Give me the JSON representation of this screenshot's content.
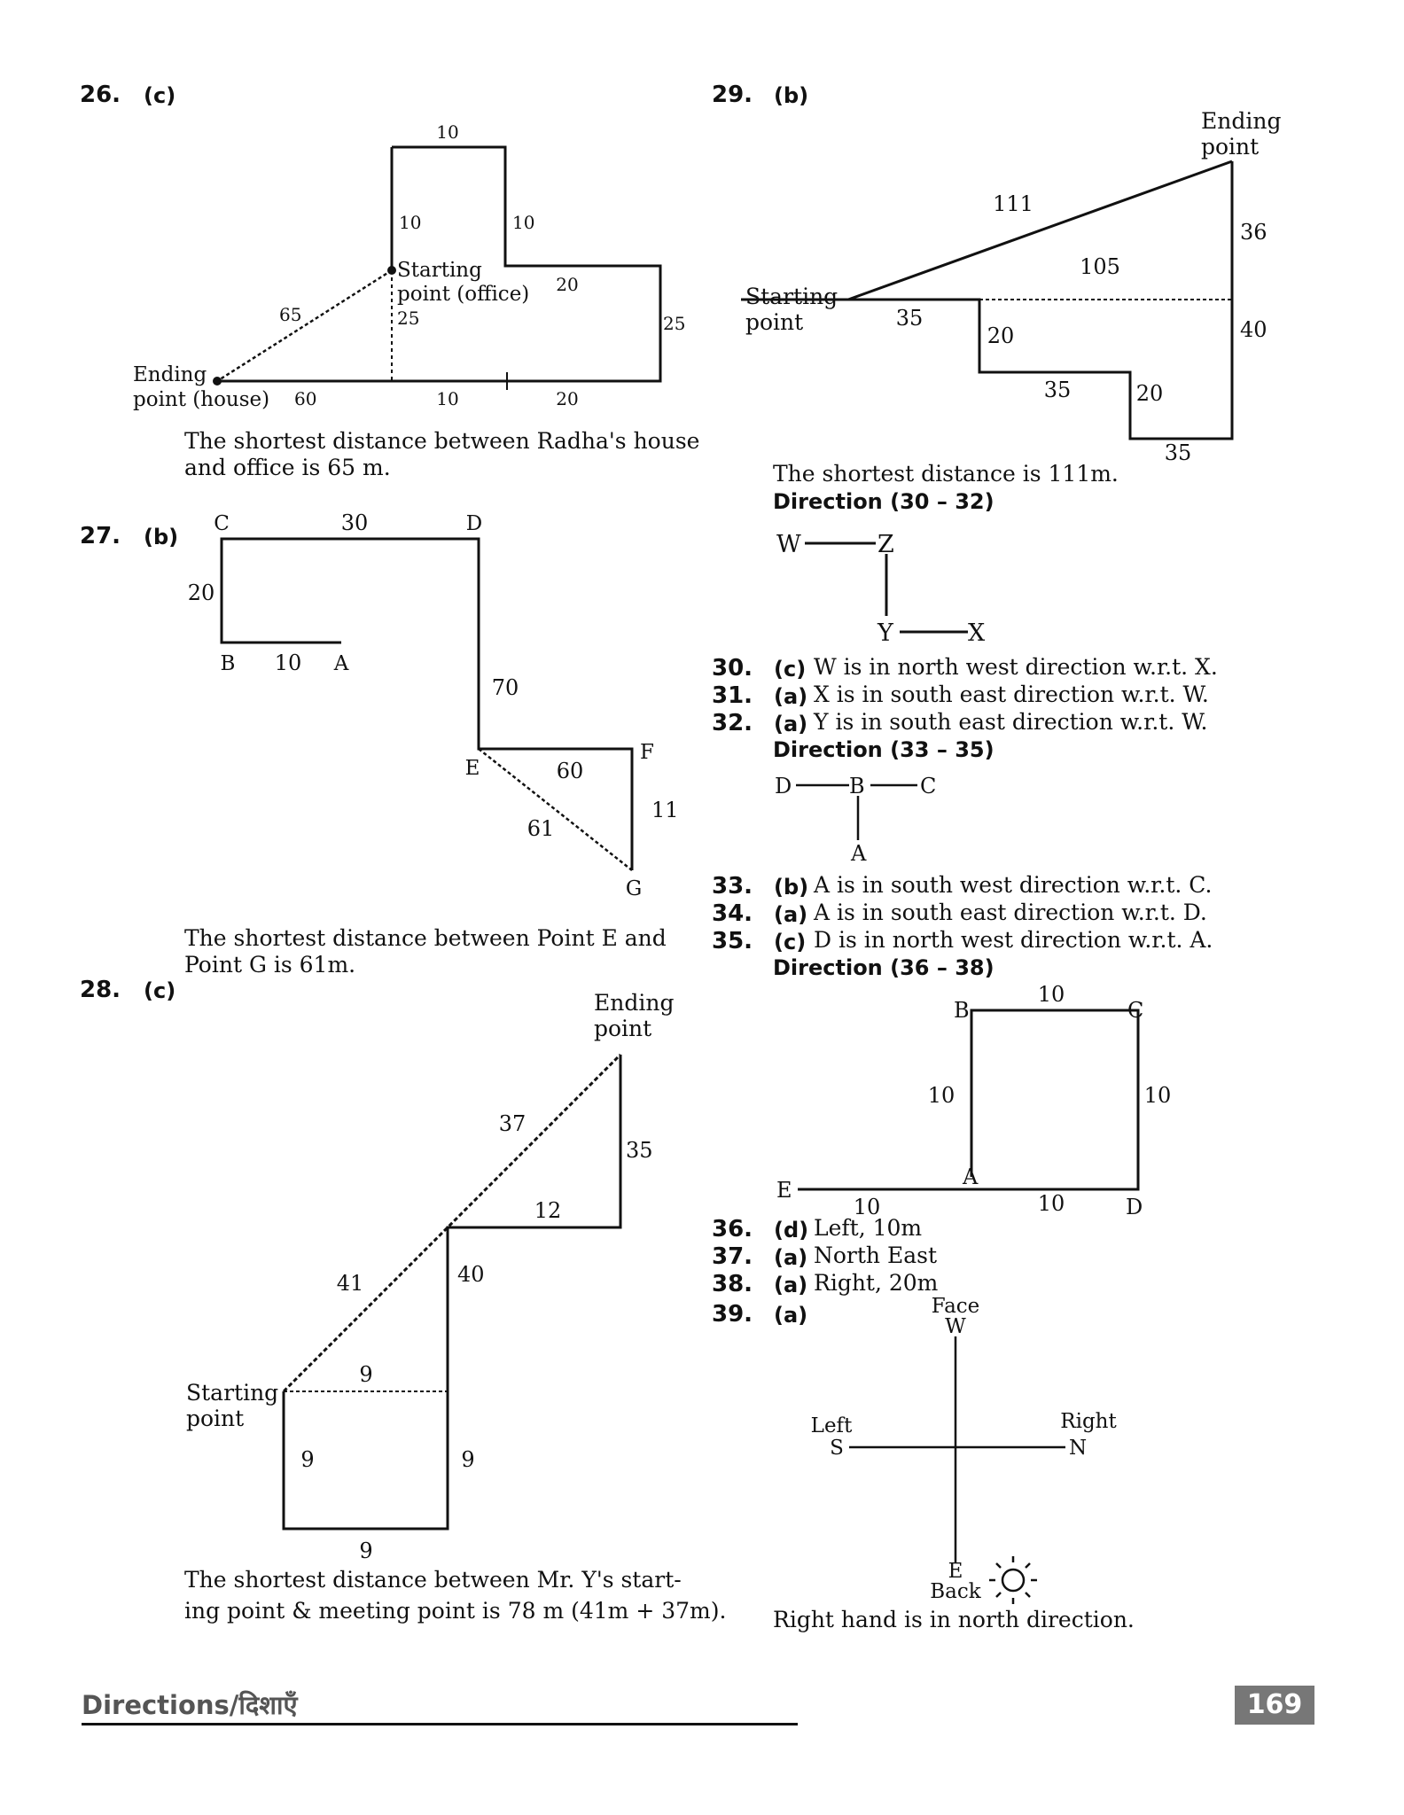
{
  "q26": {
    "num": "26.",
    "ans": "(c)",
    "labels": {
      "top": "10",
      "left_upper": "10",
      "right_upper": "10",
      "step": "20",
      "right": "25",
      "diag": "65",
      "mid_dashed": "25",
      "bottom_left": "60",
      "bottom_mid": "10",
      "bottom_right": "20"
    },
    "start_l1": "Starting",
    "start_l2": "point (office)",
    "end_l1": "Ending",
    "end_l2": "point (house)",
    "text1": "The shortest distance between Radha's house",
    "text2": "and office is 65 m."
  },
  "q27": {
    "num": "27.",
    "ans": "(b)",
    "points": {
      "C": "C",
      "D": "D",
      "B": "B",
      "A": "A",
      "E": "E",
      "F": "F",
      "G": "G"
    },
    "labels": {
      "cd": "30",
      "cb": "20",
      "ba": "10",
      "de": "70",
      "ef": "60",
      "eg": "61",
      "fg": "11"
    },
    "text1": "The shortest distance between Point E and",
    "text2": "Point G is 61m."
  },
  "q28": {
    "num": "28.",
    "ans": "(c)",
    "labels": {
      "diag_upper": "37",
      "right_upper": "35",
      "step": "12",
      "diag_lower": "41",
      "mid_vertical": "40",
      "dashed": "9",
      "box_left": "9",
      "box_right": "9",
      "box_bottom": "9"
    },
    "start_l1": "Starting",
    "start_l2": "point",
    "end_l1": "Ending",
    "end_l2": "point",
    "text1": "The shortest distance between Mr. Y's start-",
    "text2": "ing point & meeting point is 78 m (41m + 37m)."
  },
  "q29": {
    "num": "29.",
    "ans": "(b)",
    "labels": {
      "hyp": "111",
      "dashed": "105",
      "right_upper": "36",
      "right_lower": "40",
      "top_left": "35",
      "step1": "20",
      "mid": "35",
      "step2": "20",
      "bottom": "35"
    },
    "start_l1": "Starting",
    "start_l2": "point",
    "end_l1": "Ending",
    "end_l2": "point",
    "text1": "The shortest distance is 111m."
  },
  "dir30": {
    "heading": "Direction (30 – 32)",
    "W": "W",
    "Z": "Z",
    "Y": "Y",
    "X": "X"
  },
  "answers30": [
    {
      "num": "30.",
      "ans": "(c)",
      "text": "W is in north west direction w.r.t. X."
    },
    {
      "num": "31.",
      "ans": "(a)",
      "text": "X is in south east direction w.r.t. W."
    },
    {
      "num": "32.",
      "ans": "(a)",
      "text": "Y is in south east direction w.r.t. W."
    }
  ],
  "dir33": {
    "heading": "Direction (33 – 35)",
    "D": "D",
    "B": "B",
    "C": "C",
    "A": "A"
  },
  "answers33": [
    {
      "num": "33.",
      "ans": "(b)",
      "text": "A is in south west direction w.r.t. C."
    },
    {
      "num": "34.",
      "ans": "(a)",
      "text": "A is in south east direction w.r.t. D."
    },
    {
      "num": "35.",
      "ans": "(c)",
      "text": "D is in north west direction w.r.t. A."
    }
  ],
  "dir36": {
    "heading": "Direction (36 – 38)",
    "points": {
      "B": "B",
      "C": "C",
      "A": "A",
      "E": "E",
      "D": "D"
    },
    "labels": {
      "bc": "10",
      "ba": "10",
      "cd": "10",
      "ea": "10",
      "ad": "10"
    }
  },
  "answers36": [
    {
      "num": "36.",
      "ans": "(d)",
      "text": "Left, 10m"
    },
    {
      "num": "37.",
      "ans": "(a)",
      "text": "North East"
    },
    {
      "num": "38.",
      "ans": "(a)",
      "text": "Right, 20m"
    }
  ],
  "q39": {
    "num": "39.",
    "ans": "(a)",
    "face": "Face",
    "W": "W",
    "left": "Left",
    "S": "S",
    "right": "Right",
    "N": "N",
    "E": "E",
    "back": "Back",
    "text": "Right hand is in north direction."
  },
  "footer": {
    "title": "Directions/दिशाएँ",
    "page": "169"
  }
}
